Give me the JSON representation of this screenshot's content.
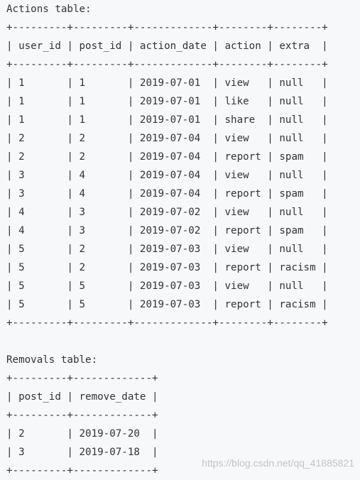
{
  "actions": {
    "title": "Actions table:",
    "border": "+---------+---------+-------------+--------+--------+",
    "header": "| user_id | post_id | action_date | action | extra  |",
    "rows": [
      "| 1       | 1       | 2019-07-01  | view   | null   |",
      "| 1       | 1       | 2019-07-01  | like   | null   |",
      "| 1       | 1       | 2019-07-01  | share  | null   |",
      "| 2       | 2       | 2019-07-04  | view   | null   |",
      "| 2       | 2       | 2019-07-04  | report | spam   |",
      "| 3       | 4       | 2019-07-04  | view   | null   |",
      "| 3       | 4       | 2019-07-04  | report | spam   |",
      "| 4       | 3       | 2019-07-02  | view   | null   |",
      "| 4       | 3       | 2019-07-02  | report | spam   |",
      "| 5       | 2       | 2019-07-03  | view   | null   |",
      "| 5       | 2       | 2019-07-03  | report | racism |",
      "| 5       | 5       | 2019-07-03  | view   | null   |",
      "| 5       | 5       | 2019-07-03  | report | racism |"
    ]
  },
  "removals": {
    "title": "Removals table:",
    "border": "+---------+-------------+",
    "header": "| post_id | remove_date |",
    "rows": [
      "| 2       | 2019-07-20  |",
      "| 3       | 2019-07-18  |"
    ]
  },
  "watermark": "https://blog.csdn.net/qq_41885821"
}
